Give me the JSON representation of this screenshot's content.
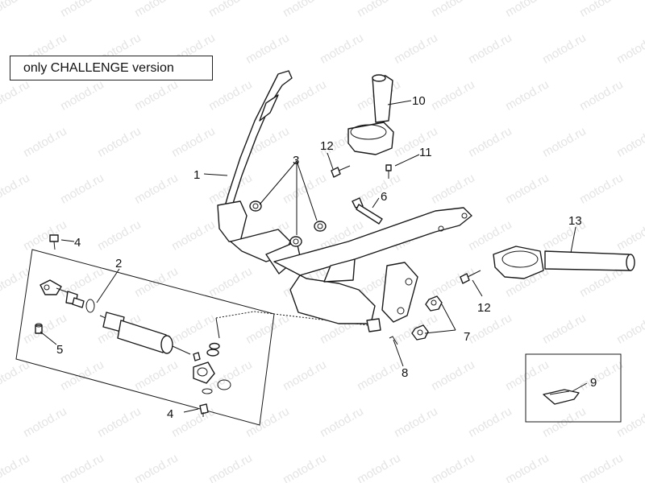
{
  "banner": {
    "text": "only CHALLENGE version"
  },
  "watermark": {
    "text": "motod.ru"
  },
  "callouts": {
    "c1": "1",
    "c2": "2",
    "c3": "3",
    "c4a": "4",
    "c4b": "4",
    "c5": "5",
    "c6": "6",
    "c7": "7",
    "c8": "8",
    "c9": "9",
    "c10": "10",
    "c11": "11",
    "c12a": "12",
    "c12b": "12",
    "c13": "13"
  },
  "colors": {
    "line": "#1a1a1a",
    "watermark": "#e4e4e4",
    "background": "#ffffff"
  }
}
